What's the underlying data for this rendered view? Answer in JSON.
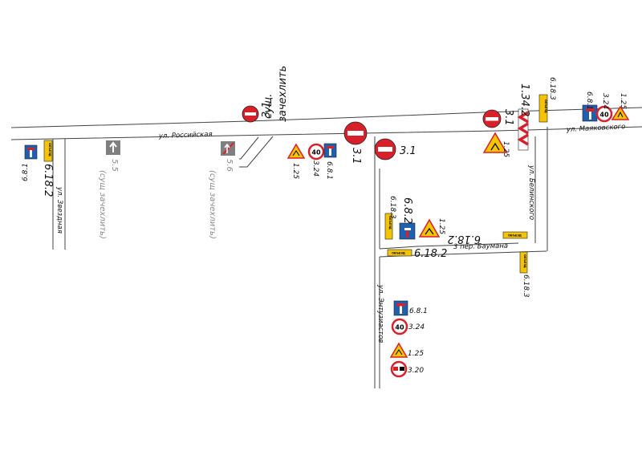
{
  "streets": {
    "rossiyskaya": "ул. Российская",
    "mayakovskogo": "ул. Маяковского",
    "zvezdnaya": "ул. Звездная",
    "belinskogo": "ул. Белинского",
    "entuziastov": "ул. Энтузиастов",
    "baumana": "3 пер. Баумана"
  },
  "labels": {
    "s31_top": "3.1",
    "s31_top_note1": "сущ.",
    "s31_top_note2": "зачехлить",
    "s31_center": "3.1",
    "s31_second": "3.1",
    "s31_right": "3.1",
    "s1342": "1.34.2",
    "s6183_top": "6.18.3",
    "s681_tr": "6.8.1",
    "s324_tr": "3.24",
    "s125_tr": "1.25",
    "s125_right": "1.25",
    "s6182_left": "6.18.2",
    "s681_left": "6.8.1",
    "s55": "5.5",
    "s55_note": "(сущ зачехлить)",
    "s56": "5.6",
    "s56_note": "(сущ зачехлить)",
    "s125_center": "1.25",
    "s324_center": "3.24",
    "s681_center": "6.8.1",
    "s6183_mid": "6.18.3",
    "s682": "6.8.2",
    "s125_mid": "1.25",
    "s6182_mid": "6.18.2",
    "s6182_right": "6.18.2",
    "s6183_right": "6.18.3",
    "s681_bottom": "6.8.1",
    "s324_bottom": "3.24",
    "s125_bottom": "1.25",
    "s320_bottom": "3.20"
  },
  "sign_text": {
    "speed": "40",
    "detour": "ОБЪЕЗД"
  },
  "colors": {
    "prohibitory_red": "#d8202a",
    "info_blue": "#1f5fae",
    "warning_yellow": "#f5c400",
    "grey_sign": "#7f7f7f",
    "road_line": "#444444"
  }
}
